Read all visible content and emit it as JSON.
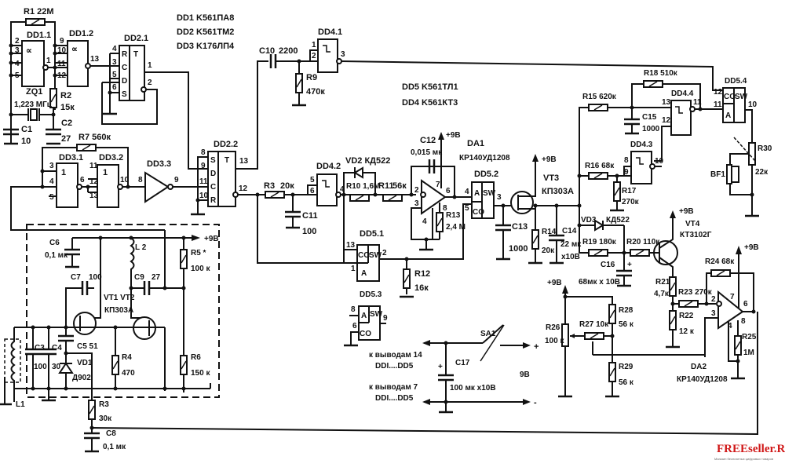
{
  "chips": {
    "dd1": "DD1 K561ПА8",
    "dd2": "DD2 K561ТМ2",
    "dd3": "DD3 K176ЛП4",
    "dd5": "DD5 K561ТЛ1",
    "dd4": "DD4 K561КТ3"
  },
  "gates": {
    "dd1_1": "DD1.1",
    "dd1_2": "DD1.2",
    "dd2_1": "DD2.1",
    "dd2_2": "DD2.2",
    "dd3_1": "DD3.1",
    "dd3_2": "DD3.2",
    "dd3_3": "DD3.3",
    "dd4_1": "DD4.1",
    "dd4_2": "DD4.2",
    "dd4_3": "DD4.3",
    "dd4_4": "DD4.4",
    "dd5_1": "DD5.1",
    "dd5_2": "DD5.2",
    "dd5_3": "DD5.3",
    "dd5_4": "DD5.4"
  },
  "components": {
    "r1": "R1 22M",
    "r2": "R2",
    "r2v": "15к",
    "zq1": "ZQ1",
    "zq1v": "1,223 МГц",
    "c1": "C1",
    "c1v": "10",
    "c2": "C2",
    "c2v": "27",
    "r7": "R7 560к",
    "c10": "C10",
    "c10v": "2200",
    "r9": "R9",
    "r9v": "470к",
    "r3a": "R3",
    "r3av": "20к",
    "c11": "C11",
    "c11v": "100",
    "vd2": "VD2 КД522",
    "r10": "R10 1,6M",
    "r11": "R11",
    "r11v": "56к",
    "c12": "C12",
    "c12v": "0,015 мк",
    "da1": "DA1",
    "da1v": "КР140УД1208",
    "r13": "R13",
    "r13v": "2,4 М",
    "r12": "R12",
    "r12v": "16к",
    "vt3": "VT3",
    "vt3v": "КП303А",
    "c13": "C13",
    "c13v": "1000",
    "r14": "R14",
    "r14v": "20к",
    "c14": "C14",
    "c14v": "22 мк",
    "c14v2": "x10В",
    "r15": "R15 620к",
    "r18": "R18 510к",
    "c15": "C15",
    "c15v": "1000",
    "r16": "R16 68к",
    "r17": "R17",
    "r17v": "270к",
    "r30": "R30",
    "r30v": "22к",
    "bf1": "BF1",
    "vd3": "VD3",
    "vd3v": "КД522",
    "r19": "R19 180к",
    "r20": "R20 110к",
    "c16": "C16",
    "c16v": "68мк х 10В",
    "vt4": "VT4",
    "vt4v": "КТ3102Г",
    "r21": "R21",
    "r21v": "4,7к",
    "r23": "R23 270к",
    "r22": "R22",
    "r22v": "12 к",
    "r24": "R24 68к",
    "r25": "R25",
    "r25v": "1М",
    "da2": "DA2",
    "da2v": "КР140УД1208",
    "r26": "R26",
    "r26v": "100 к",
    "r27": "R27 10к",
    "r28": "R28",
    "r28v": "56 к",
    "r29": "R29",
    "r29v": "56 к",
    "sa1": "SA1",
    "c17": "C17",
    "c17v": "100 мк х10В",
    "bat": "9В",
    "plus": "+",
    "minus": "-",
    "pin14a": "к выводам 14",
    "pin14b": "DDI....DD5",
    "pin7a": "к выводам  7",
    "pin7b": "DDI....DD5",
    "c6": "C6",
    "c6v": "0,1 мк",
    "l2": "L 2",
    "r5": "R5 *",
    "r5v": "100 к",
    "c7": "C7",
    "c7v": "100",
    "c9": "C9",
    "c9v": "27",
    "vt12": "VT1  VT2",
    "vt12v": "КП303А",
    "c3": "C3",
    "c3v": "100",
    "c4": "C4",
    "c4v": "30",
    "c5": "C5  51",
    "vd1": "VD1",
    "vd1v": "Д902",
    "r4": "R4",
    "r4v": "470",
    "r6": "R6",
    "r6v": "150 к",
    "l1": "L1",
    "r3b": "R3",
    "r3bv": "30к",
    "c8": "C8",
    "c8v": "0,1 мк"
  },
  "supply": "+9В",
  "pins": {
    "dd1_1": [
      "2",
      "3",
      "4",
      "5",
      "1"
    ],
    "dd1_2": [
      "9",
      "10",
      "11",
      "12",
      "13"
    ],
    "dd2_1": [
      "4",
      "3",
      "5",
      "6",
      "1",
      "2"
    ],
    "dd2_1_in": [
      "R",
      "C",
      "D",
      "S"
    ],
    "dd2_1_out": "T",
    "dd2_2": [
      "8",
      "9",
      "11",
      "10",
      "13",
      "12"
    ],
    "dd2_2_in": [
      "S",
      "D",
      "C",
      "R"
    ],
    "dd2_2_out": "T",
    "dd3_1": [
      "3",
      "4",
      "5",
      "6"
    ],
    "dd3_2": [
      "11",
      "12",
      "13",
      "10"
    ],
    "dd3_3": [
      "8",
      "9"
    ],
    "dd4_1": [
      "1",
      "2",
      "3"
    ],
    "dd4_2": [
      "5",
      "6",
      "4"
    ],
    "dd4_3": [
      "8",
      "9",
      "10"
    ],
    "dd4_4": [
      "13",
      "12",
      "11"
    ],
    "dd5_1": [
      "13",
      "1",
      "2"
    ],
    "dd5_2": [
      "4",
      "5",
      "3"
    ],
    "dd5_3": [
      "8",
      "6",
      "9"
    ],
    "dd5_4": [
      "12",
      "11",
      "10"
    ],
    "da1": [
      "2",
      "3",
      "7",
      "6",
      "4",
      "8"
    ],
    "da2": [
      "2",
      "3",
      "7",
      "6",
      "4",
      "8"
    ],
    "sw": {
      "a": "A",
      "co": "CO",
      "sw": "SW"
    },
    "alpha": "∝",
    "one": "1"
  },
  "watermark": {
    "brand": "FREEseller.RU",
    "tagline": "Магазин бесплатных цифровых товаров",
    "color": "#d01818"
  }
}
